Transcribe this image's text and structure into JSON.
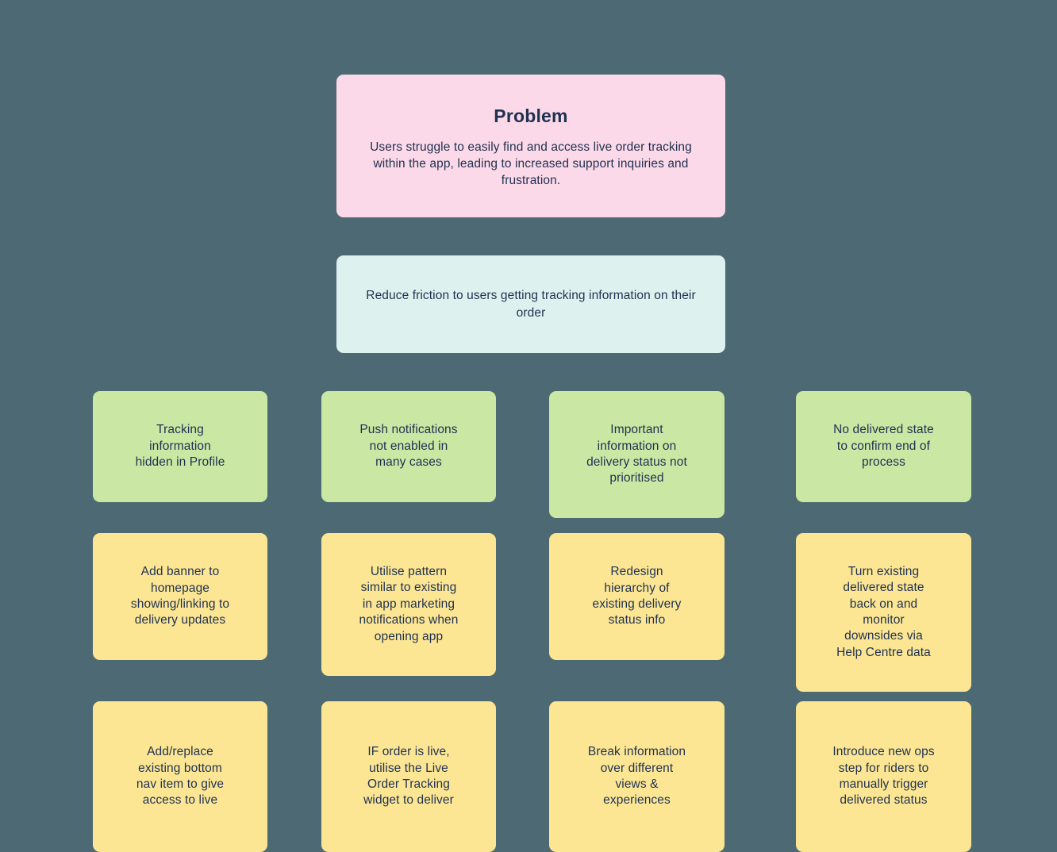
{
  "canvas": {
    "background_color": "#4d6a74",
    "text_color": "#1f3151"
  },
  "problem": {
    "title": "Problem",
    "body": "Users struggle to easily find and access live order tracking within the app, leading to increased support inquiries and frustration.",
    "color": "#fcd9e8"
  },
  "goal": {
    "body": "Reduce friction to users getting tracking information on their order",
    "color": "#ddf2ee"
  },
  "opportunities": {
    "color": "#cae7a4",
    "items": [
      {
        "text": "Tracking\ninformation\nhidden in Profile"
      },
      {
        "text": "Push notifications\nnot enabled in\nmany cases"
      },
      {
        "text": "Important\ninformation on\ndelivery status not\nprioritised"
      },
      {
        "text": "No delivered state\nto confirm end of\nprocess"
      }
    ]
  },
  "solutions_row_1": {
    "color": "#fce694",
    "items": [
      {
        "text": "Add banner to\nhomepage\nshowing/linking to\ndelivery updates"
      },
      {
        "text": "Utilise pattern\nsimilar to existing\nin app marketing\nnotifications when\nopening app"
      },
      {
        "text": "Redesign\nhierarchy of\nexisting delivery\nstatus info"
      },
      {
        "text": "Turn existing\ndelivered state\nback on and\nmonitor\ndownsides via\nHelp Centre data"
      }
    ]
  },
  "solutions_row_2": {
    "color": "#fce694",
    "items": [
      {
        "text": "Add/replace\nexisting bottom\nnav item to give\naccess to live"
      },
      {
        "text": "IF order is live,\nutilise the Live\nOrder Tracking\nwidget to deliver"
      },
      {
        "text": "Break information\nover different\nviews &\nexperiences"
      },
      {
        "text": "Introduce new ops\nstep for riders to\nmanually trigger\ndelivered status"
      }
    ]
  }
}
